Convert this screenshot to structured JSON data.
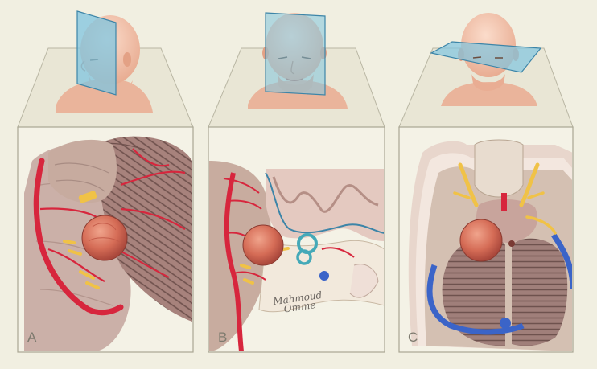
{
  "figure": {
    "background": "#f1efe1",
    "panels": [
      {
        "id": "A",
        "label": "A",
        "plane": "sagittal",
        "head_view": "side"
      },
      {
        "id": "B",
        "label": "B",
        "plane": "coronal",
        "head_view": "front"
      },
      {
        "id": "C",
        "label": "C",
        "plane": "axial",
        "head_view": "front"
      }
    ],
    "signature": {
      "line1": "Mahmoud",
      "line2": "Omme"
    },
    "colors": {
      "plane": "#7fc4df",
      "skin": "#f1c4ac",
      "artery": "#d7263d",
      "vein": "#3b64c8",
      "nerve": "#f0c247",
      "tumor": "#d5705a",
      "cerebellum": "#a4807a",
      "brainstem": "#c9a8a0"
    }
  }
}
